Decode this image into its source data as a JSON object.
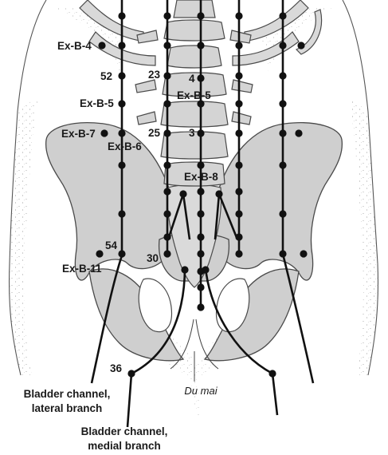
{
  "labels": {
    "exb4": "Ex-B-4",
    "b52": "52",
    "exb5_left": "Ex-B-5",
    "exb7": "Ex-B-7",
    "exb6": "Ex-B-6",
    "b23": "23",
    "b25": "25",
    "gv4": "4",
    "gv3": "3",
    "exb5_mid": "Ex-B-5",
    "exb8": "Ex-B-8",
    "b54": "54",
    "exb11": "Ex-B-11",
    "b30": "30",
    "b36": "36"
  },
  "captions": {
    "lateral_line1": "Bladder channel,",
    "lateral_line2": "lateral branch",
    "medial_line1": "Bladder channel,",
    "medial_line2": "medial branch",
    "du_mai": "Du mai"
  },
  "colors": {
    "bone": "#cfcfcf",
    "bone_stroke": "#4a4a4a",
    "channel": "#111111",
    "point": "#111111",
    "stipple": "#7a7a7a"
  }
}
